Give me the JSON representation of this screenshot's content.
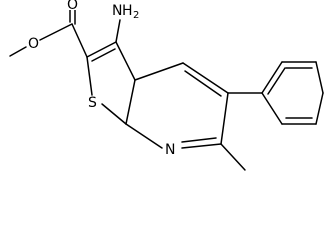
{
  "molecule": {
    "atoms": {
      "oxygen_carbonyl": "O",
      "oxygen_ester": "O",
      "amine_N": "N",
      "amine_H": "H",
      "amine_subscript": "2",
      "sulfur": "S",
      "pyridine_N": "N"
    },
    "colors": {
      "bond": "#000000",
      "label": "#000000",
      "background": "#ffffff"
    }
  }
}
